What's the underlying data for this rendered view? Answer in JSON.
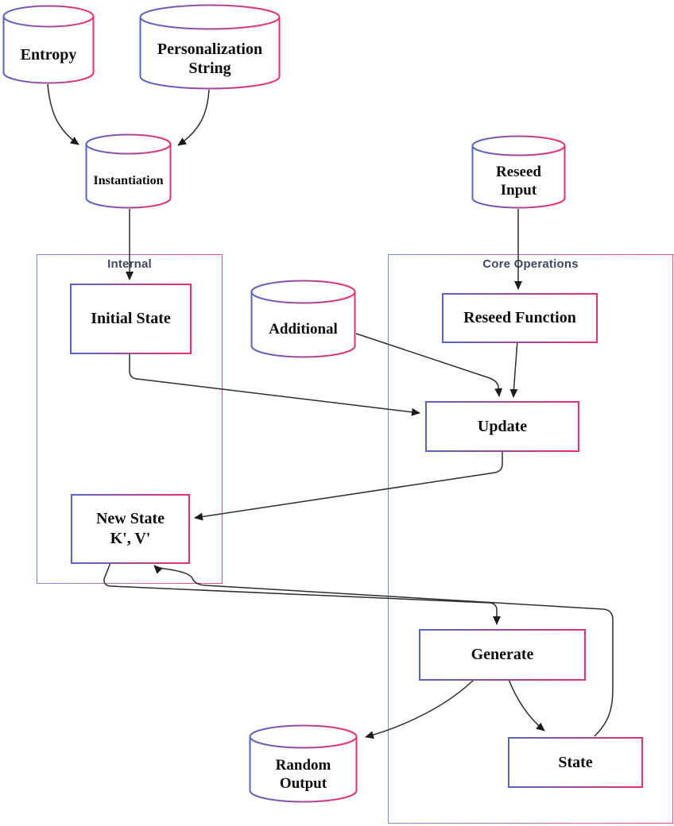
{
  "diagram": {
    "type": "flowchart",
    "containers": {
      "internal": {
        "label": "Internal"
      },
      "core_operations": {
        "label": "Core Operations"
      }
    },
    "nodes": {
      "entropy": {
        "label": "Entropy",
        "shape": "cylinder"
      },
      "personalization_string": {
        "label": "Personalization String",
        "shape": "cylinder"
      },
      "instantiation": {
        "label": "Instantiation",
        "shape": "cylinder"
      },
      "reseed_input": {
        "label": "Reseed Input",
        "shape": "cylinder"
      },
      "additional": {
        "label": "Additional",
        "shape": "cylinder"
      },
      "random_output": {
        "label": "Random Output",
        "shape": "cylinder"
      },
      "initial_state": {
        "label": "Initial State",
        "shape": "rect",
        "container": "internal"
      },
      "new_state": {
        "label": "New State K', V'",
        "shape": "rect",
        "container": "internal"
      },
      "reseed_function": {
        "label": "Reseed Function",
        "shape": "rect",
        "container": "core_operations"
      },
      "update": {
        "label": "Update",
        "shape": "rect",
        "container": "core_operations"
      },
      "generate": {
        "label": "Generate",
        "shape": "rect",
        "container": "core_operations"
      },
      "state": {
        "label": "State",
        "shape": "rect",
        "container": "core_operations"
      }
    },
    "edges": [
      {
        "from": "entropy",
        "to": "instantiation"
      },
      {
        "from": "personalization_string",
        "to": "instantiation"
      },
      {
        "from": "instantiation",
        "to": "initial_state"
      },
      {
        "from": "reseed_input",
        "to": "reseed_function"
      },
      {
        "from": "initial_state",
        "to": "update"
      },
      {
        "from": "additional",
        "to": "update"
      },
      {
        "from": "reseed_function",
        "to": "update"
      },
      {
        "from": "update",
        "to": "new_state"
      },
      {
        "from": "new_state",
        "to": "generate"
      },
      {
        "from": "state",
        "to": "new_state"
      },
      {
        "from": "generate",
        "to": "random_output"
      },
      {
        "from": "generate",
        "to": "state"
      }
    ],
    "colors": {
      "gradient_start_blue": "#5465c7",
      "gradient_end_pink": "#ee2d6e",
      "container_border_blue": "#7b89d6",
      "container_border_pink": "#ef4a7c",
      "connector_line": "#2d2d2d",
      "container_label_text": "#3d4964",
      "node_label_text": "#0d0d0d",
      "background": "#ffffff"
    }
  }
}
